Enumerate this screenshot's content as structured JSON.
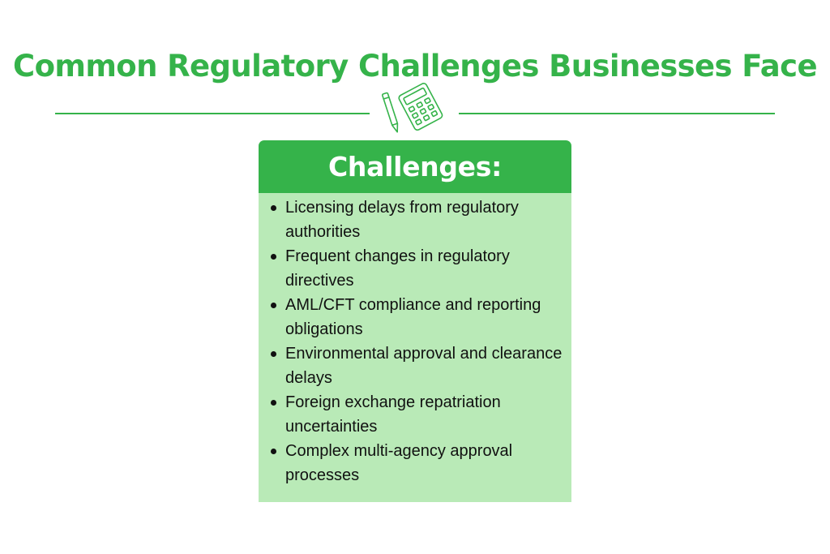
{
  "title": "Common Regulatory Challenges Businesses Face",
  "colors": {
    "accent": "#35b34a",
    "card_body": "#b9eab7",
    "text": "#111111"
  },
  "icon": "calculator-pen-icon",
  "card": {
    "header": "Challenges:",
    "items": [
      "Licensing delays from regulatory authorities",
      "Frequent changes in regulatory directives",
      "AML/CFT compliance and reporting obligations",
      "Environmental approval and clearance delays",
      "Foreign exchange repatriation uncertainties",
      "Complex multi-agency approval processes"
    ]
  }
}
